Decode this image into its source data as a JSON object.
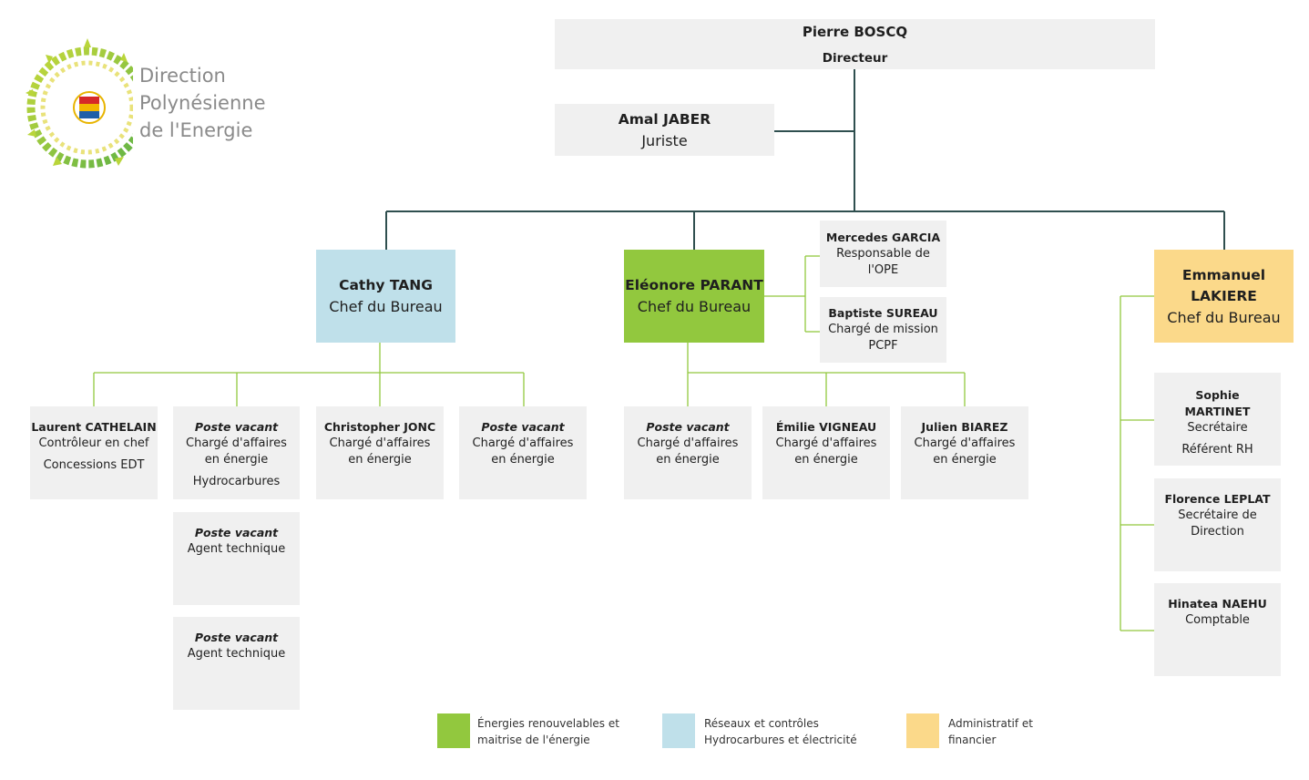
{
  "logo": {
    "line1": "Direction",
    "line2": "Polynésienne",
    "line3": "de l'Energie"
  },
  "colors": {
    "box": "#f0f0f0",
    "renewables": "#92c83e",
    "networks": "#bfe0ea",
    "admin": "#fbd98a",
    "line_main": "#2f4f4f",
    "line_green": "#92c83e"
  },
  "director": {
    "name": "Pierre BOSCQ",
    "role": "Directeur"
  },
  "legal": {
    "name": "Amal JABER",
    "role": "Juriste"
  },
  "bureau_networks": {
    "name": "Cathy TANG",
    "role": "Chef du Bureau",
    "staff": [
      {
        "name": "Laurent CATHELAIN",
        "role": "Contrôleur en chef",
        "extra": "Concessions EDT"
      },
      {
        "name": "Poste vacant",
        "role": "Chargé d'affaires en énergie",
        "extra": "Hydrocarbures"
      },
      {
        "name": "Christopher JONC",
        "role": "Chargé d'affaires en énergie"
      },
      {
        "name": "Poste vacant",
        "role": "Chargé d'affaires en énergie"
      },
      {
        "name": "Poste vacant",
        "role": "Agent technique"
      },
      {
        "name": "Poste vacant",
        "role": "Agent technique"
      }
    ]
  },
  "bureau_renewables": {
    "name": "Eléonore PARANT",
    "role": "Chef du Bureau",
    "advisors": [
      {
        "name": "Mercedes GARCIA",
        "role": "Responsable de l'OPE"
      },
      {
        "name": "Baptiste SUREAU",
        "role": "Chargé de mission PCPF"
      }
    ],
    "staff": [
      {
        "name": "Poste vacant",
        "role": "Chargé d'affaires en énergie"
      },
      {
        "name": "Émilie VIGNEAU",
        "role": "Chargé d'affaires en énergie"
      },
      {
        "name": "Julien BIAREZ",
        "role": "Chargé d'affaires en énergie"
      }
    ]
  },
  "bureau_admin": {
    "name_first": "Emmanuel",
    "name_last": "LAKIERE",
    "role": "Chef du Bureau",
    "staff": [
      {
        "name_first": "Sophie",
        "name_last": "MARTINET",
        "role": "Secrétaire",
        "extra": "Référent RH"
      },
      {
        "name": "Florence LEPLAT",
        "role": "Secrétaire de Direction"
      },
      {
        "name": "Hinatea NAEHU",
        "role": "Comptable"
      }
    ]
  },
  "legend": [
    {
      "label": "Énergies renouvelables et maitrise de l'énergie",
      "color": "#92c83e"
    },
    {
      "label": "Réseaux et contrôles Hydrocarbures et électricité",
      "color": "#bfe0ea"
    },
    {
      "label": "Administratif et financier",
      "color": "#fbd98a"
    }
  ]
}
